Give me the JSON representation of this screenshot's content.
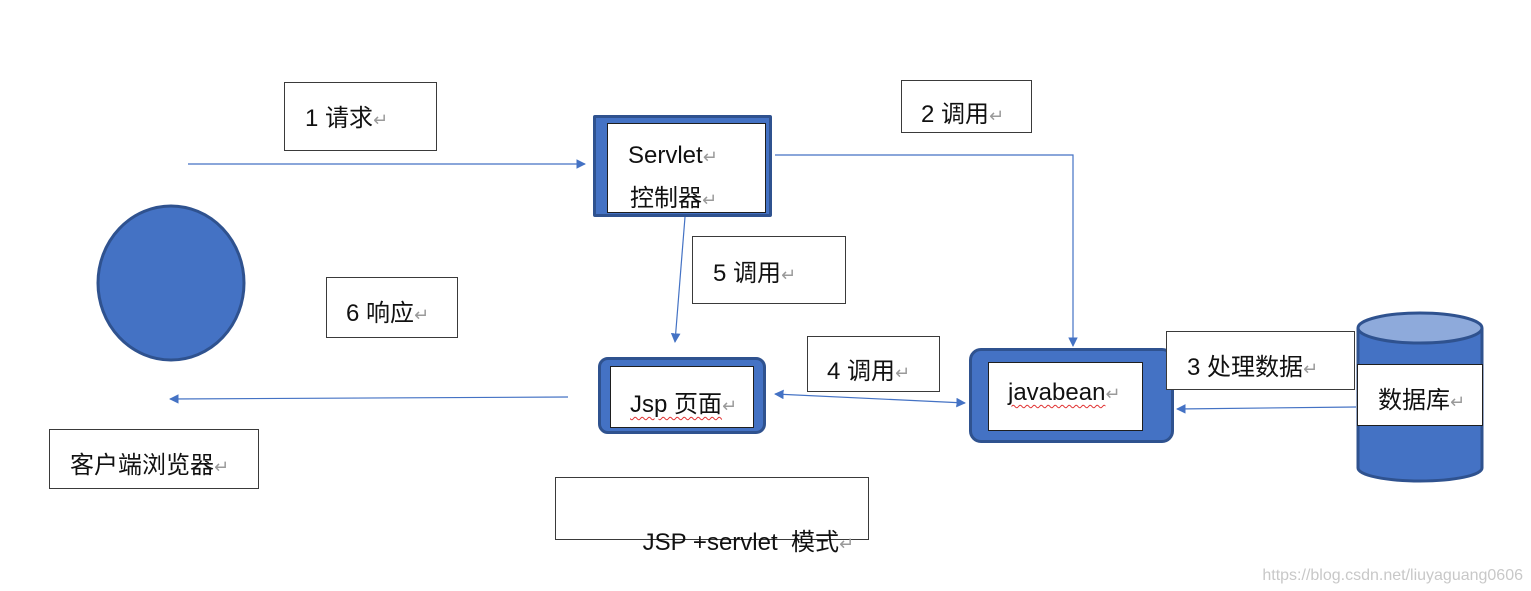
{
  "colors": {
    "node_fill": "#4472c4",
    "node_border": "#2f528f",
    "arrow": "#4472c4",
    "cylinder_top": "#8eaadb"
  },
  "labels": {
    "request": "1  请求",
    "call2": "2 调用",
    "servlet_line1": "Servlet",
    "servlet_line2": "控制器",
    "call5": "5 调用",
    "response": "6 响应",
    "call4": "4 调用",
    "jsp": "Jsp 页面",
    "javabean": "javabean",
    "process": "3 处理数据",
    "database": "数据库",
    "browser": "客户端浏览器",
    "mode": "JSP +servlet  模式",
    "return_mark": "↵"
  },
  "watermark": "https://blog.csdn.net/liuyaguang0606"
}
